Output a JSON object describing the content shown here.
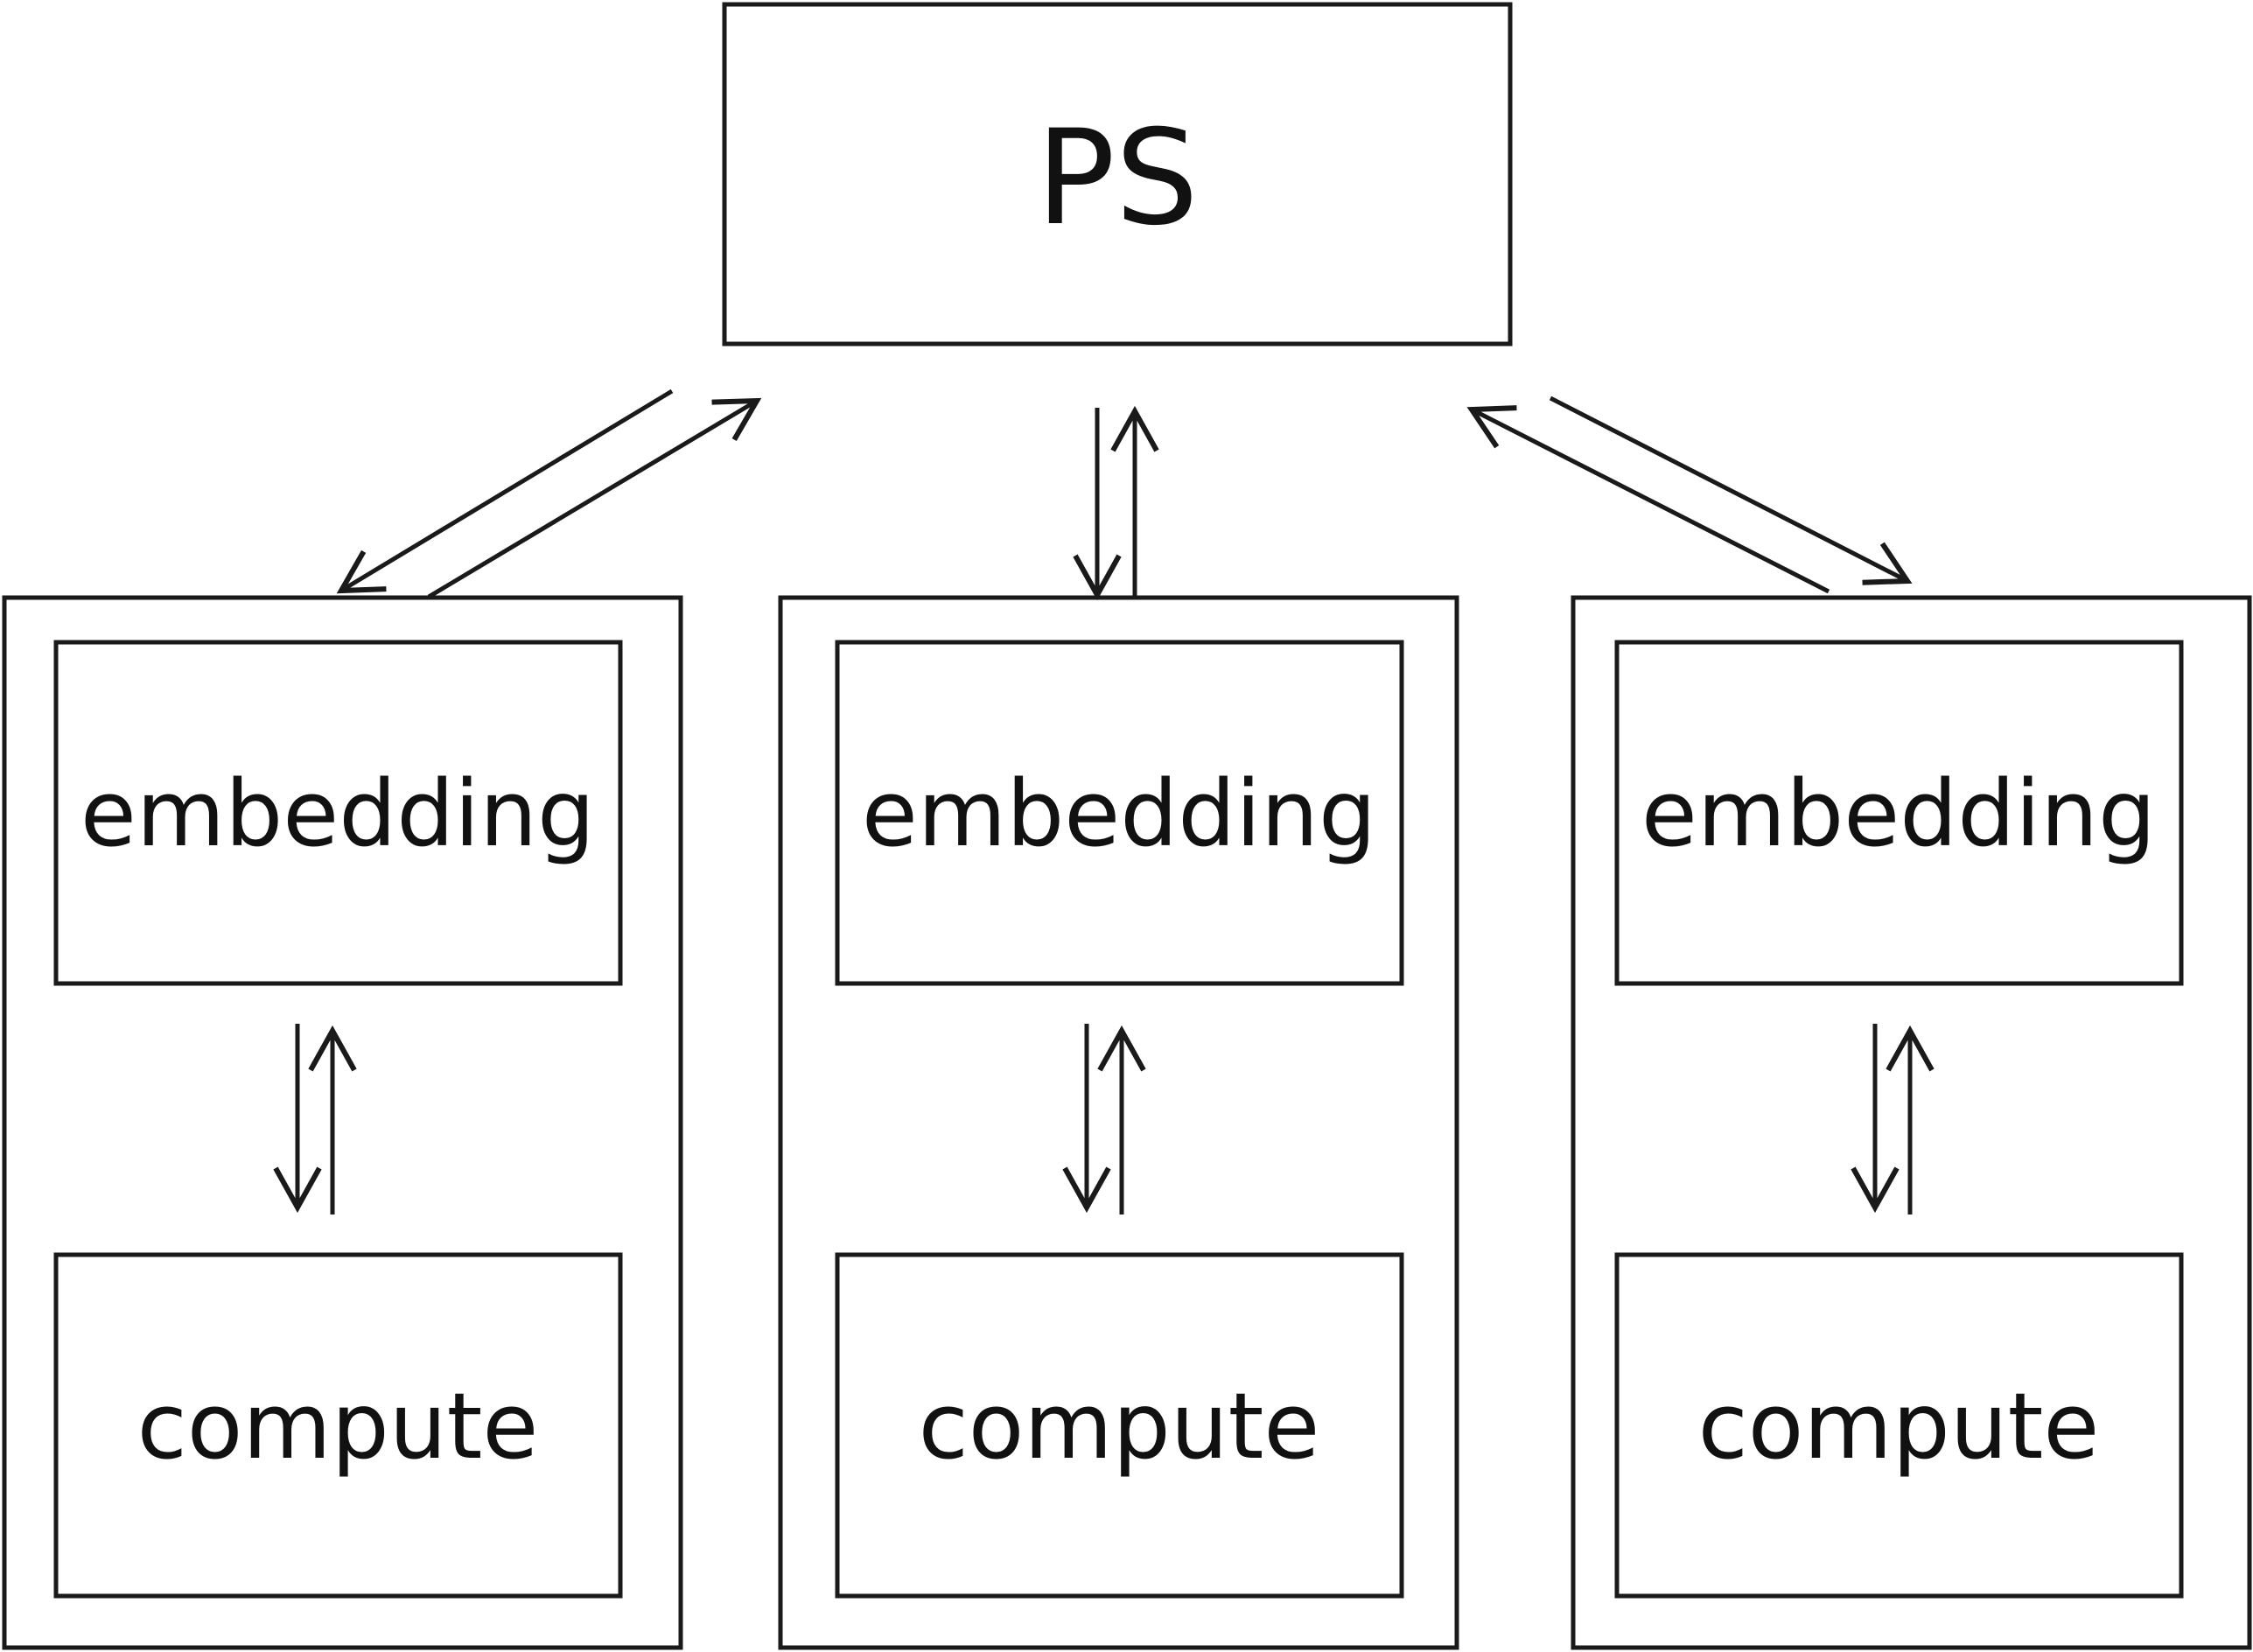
{
  "server": {
    "label": "PS"
  },
  "workers": [
    {
      "embedding_label": "embedding",
      "compute_label": "compute"
    },
    {
      "embedding_label": "embedding",
      "compute_label": "compute"
    },
    {
      "embedding_label": "embedding",
      "compute_label": "compute"
    }
  ],
  "colors": {
    "stroke": "#1a1a1a",
    "text": "#111111",
    "background": "#ffffff"
  }
}
